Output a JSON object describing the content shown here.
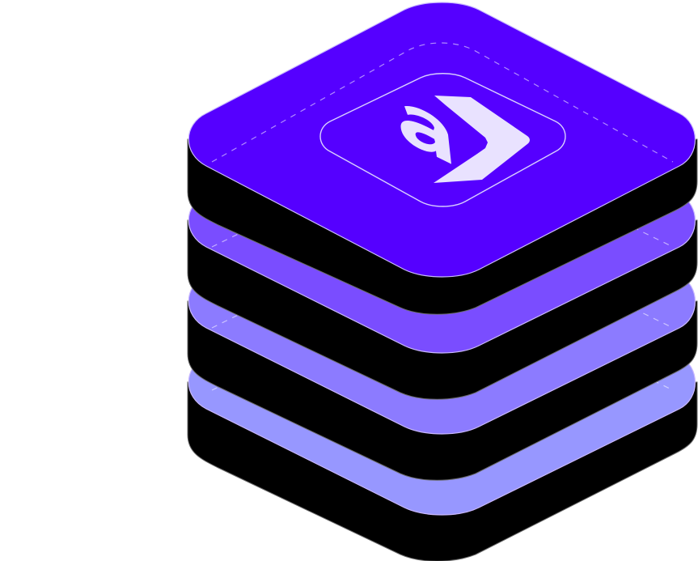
{
  "illustration": {
    "layers": [
      {
        "id": "layer-1",
        "top_color": "#5500FF",
        "side_color": "#000000"
      },
      {
        "id": "layer-2",
        "top_color": "#7A4DFF",
        "side_color": "#000000"
      },
      {
        "id": "layer-3",
        "top_color": "#8C7BFF",
        "side_color": "#000000"
      },
      {
        "id": "layer-4",
        "top_color": "#9797FF",
        "side_color": "#000000"
      }
    ],
    "logo": {
      "icon": "a-bracket-logo-icon",
      "glyph_color": "#E9E2FF",
      "outline_color": "#D9CFFF"
    },
    "edge_highlight": "#C9B8FF",
    "background": "#FFFFFF"
  }
}
